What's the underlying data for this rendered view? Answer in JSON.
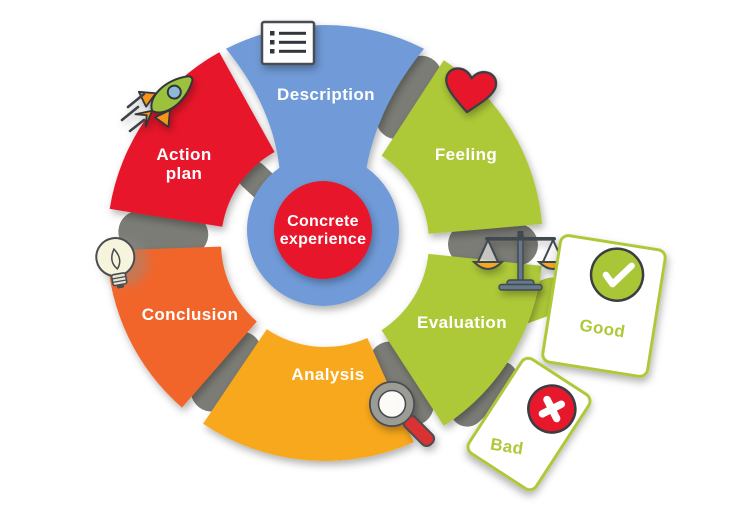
{
  "background": "#FFFFFF",
  "center": {
    "lines": [
      "Concrete",
      "experience"
    ],
    "color": "#E8182C"
  },
  "segments": [
    {
      "label": "Description",
      "color": "#6F9BD8",
      "icon": "document-list-icon"
    },
    {
      "label": "Feeling",
      "color": "#AEC938",
      "icon": "heart-icon"
    },
    {
      "label": "Evaluation",
      "color": "#AEC938",
      "icon": "scales-icon"
    },
    {
      "label": "Analysis",
      "color": "#F8A81C",
      "icon": "magnifier-icon"
    },
    {
      "label": "Conclusion",
      "color": "#F2652A",
      "icon": "lightbulb-icon"
    },
    {
      "label": "Action plan",
      "lines": [
        "Action",
        "plan"
      ],
      "color": "#E8182C",
      "icon": "rocket-icon"
    }
  ],
  "cards": [
    {
      "label": "Good",
      "icon": "check-icon",
      "icon_color": "#A9C636",
      "text_color": "#AEC938"
    },
    {
      "label": "Bad",
      "icon": "cross-icon",
      "icon_color": "#E8182C",
      "text_color": "#AEC938"
    }
  ],
  "colors": {
    "blue": "#6F9BD8",
    "green": "#AEC938",
    "amber": "#F8A81C",
    "orange": "#F2652A",
    "red": "#E8182C",
    "connector_gray": "#7C7C76",
    "card_border": "#AEC938",
    "white": "#FFFFFF"
  }
}
